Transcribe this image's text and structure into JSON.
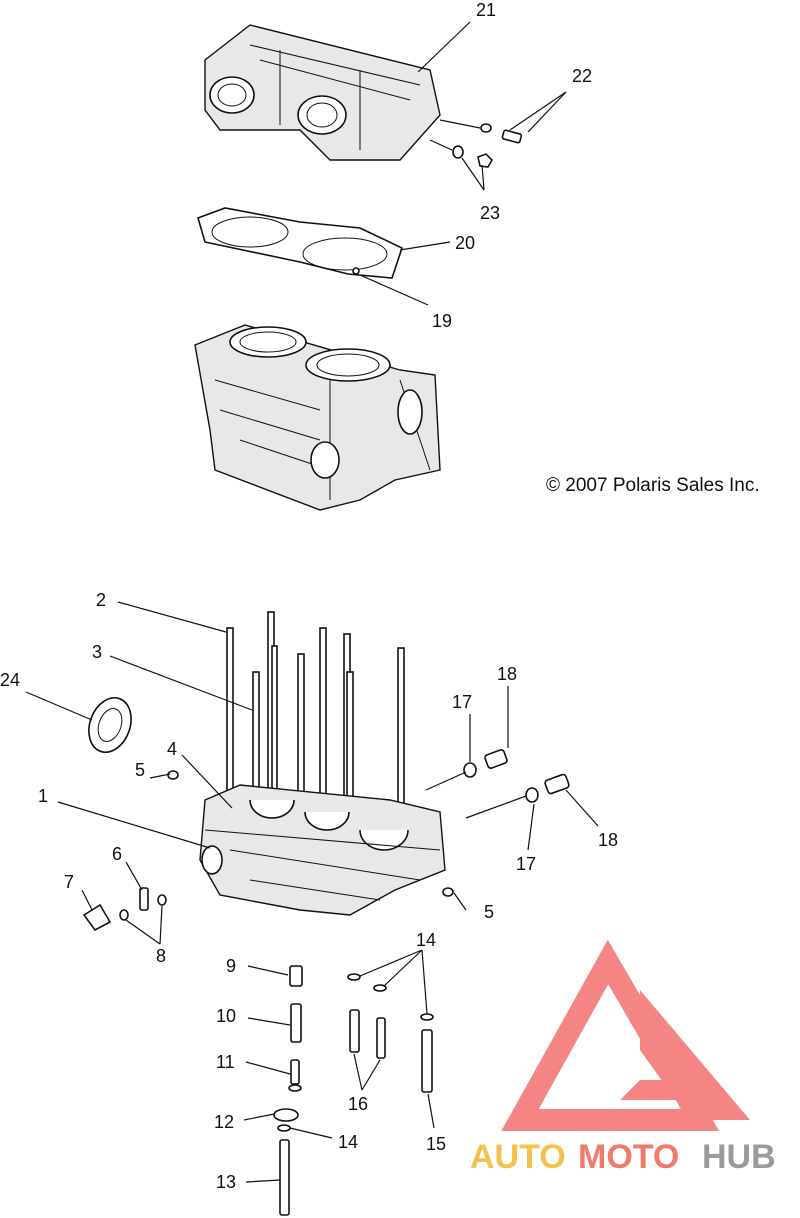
{
  "copyright": "© 2007 Polaris Sales Inc.",
  "watermark": {
    "brand_text_auto": "AUTO",
    "brand_text_moto": "MOTO",
    "brand_text_hub": "HUB",
    "colors": {
      "auto": "#f3c24c",
      "moto": "#f07a6a",
      "hub": "#9a9a9a",
      "logo": "#f25b5b"
    }
  },
  "callouts": {
    "c1": "1",
    "c2": "2",
    "c3": "3",
    "c4": "4",
    "c5a": "5",
    "c5b": "5",
    "c6": "6",
    "c7": "7",
    "c8": "8",
    "c9": "9",
    "c10": "10",
    "c11": "11",
    "c12": "12",
    "c13": "13",
    "c14a": "14",
    "c14b": "14",
    "c15": "15",
    "c16": "16",
    "c17a": "17",
    "c17b": "17",
    "c18a": "18",
    "c18b": "18",
    "c19": "19",
    "c20": "20",
    "c21": "21",
    "c22": "22",
    "c23": "23",
    "c24": "24"
  }
}
